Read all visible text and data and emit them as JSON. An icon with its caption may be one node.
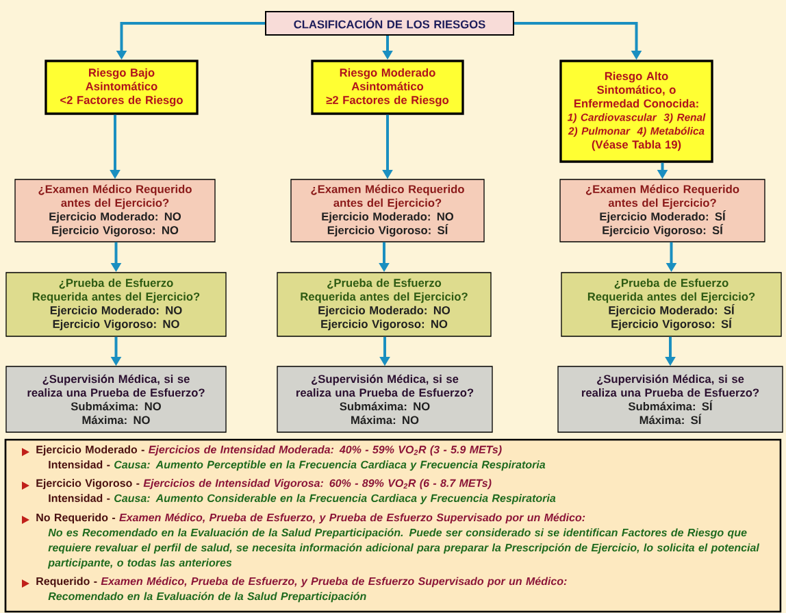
{
  "diagram": {
    "nodes": [
      {
        "text": [
          "CLASIFICACIÓN DE LOS RIESGOS"
        ]
      },
      {
        "text": [
          "Riesgo Bajo",
          "Asintomático",
          "<2 Factores de Riesgo"
        ]
      },
      {
        "text": [
          "Riesgo Moderado",
          "Asintomático",
          "≥2 Factores de Riesgo"
        ]
      },
      {
        "text": [
          "Riesgo Alto",
          "Sintomático, o",
          "Enfermedad Conocida:",
          "1) Cardiovascular",
          "3) Renal",
          "2) Pulmonar",
          "4) Metabólica",
          "(Véase Tabla 19)"
        ]
      },
      {
        "text": [
          "¿Examen Médico Requerido antes del Ejercicio?",
          "Ejercicio Moderado: NO",
          "Ejercicio Vigoroso: NO"
        ]
      },
      {
        "text": [
          "¿Examen Médico Requerido antes del Ejercicio?",
          "Ejercicio Moderado: NO",
          "Ejercicio Vigoroso: SÍ"
        ]
      },
      {
        "text": [
          "¿Examen Médico Requerido antes del Ejercicio?",
          "Ejercicio Moderado: SÍ",
          "Ejercicio Vigoroso: SÍ"
        ]
      },
      {
        "text": [
          "¿Prueba de Esfuerzo Requerida antes del Ejercicio?",
          "Ejercicio Moderado: NO",
          "Ejercicio Vigoroso: NO"
        ]
      },
      {
        "text": [
          "¿Prueba de Esfuerzo Requerida antes del Ejercicio?",
          "Ejercicio Moderado: NO",
          "Ejercicio Vigoroso: NO"
        ]
      },
      {
        "text": [
          "¿Prueba de Esfuerzo Requerida antes del Ejercicio?",
          "Ejercicio Moderado: SÍ",
          "Ejercicio Vigoroso: SÍ"
        ]
      },
      {
        "text": [
          "¿Supervisión Médica, si se realiza una Prueba de Esfuerzo?",
          "Submáxima: NO",
          "Máxima: NO"
        ]
      },
      {
        "text": [
          "¿Supervisión Médica, si se realiza una Prueba de Esfuerzo?",
          "Submáxima: NO",
          "Máxima: NO"
        ]
      },
      {
        "text": [
          "¿Supervisión Médica, si se realiza una Prueba de Esfuerzo?",
          "Submáxima: SÍ",
          "Máxima: SÍ"
        ]
      },
      {
        "text": [
          "Ejercicio Moderado -",
          "Ejercicios de Intensidad Moderada: 40% - 59% VO$_{2}$R (3 - 5.9 METs)",
          "Intensidad -",
          "Causa: Aumento Perceptible en la Frecuencia Cardiaca y Frecuencia Respiratoria",
          "Ejercicio Vigoroso -",
          "Ejercicios de Intensidad Vigorosa: 60% - 89% VO$_{2}$R (6 - 8.7 METs)",
          "Intensidad -",
          "Causa: Aumento Considerable en la Frecuencia Cardiaca y Frecuencia Respiratoria",
          "No Requerido -",
          "Examen Médico, Prueba de Esfuerzo, y Prueba de Esfuerzo Supervisado por un Médico:",
          "No es Recomendado en la Evaluación de la Salud Preparticipación. Puede ser considerado si se identifican Factores de Riesgo que requiere revaluar el perfil de salud, se necesita información adicional para preparar la Prescripción de Ejercicio, lo solicita el potencial participante, o todas las anteriores",
          "Requerido -",
          "Examen Médico, Prueba de Esfuerzo, y Prueba de Esfuerzo Supervisado por un Médico:",
          "Recomendado en la Evaluación de la Salud Preparticipación"
        ]
      }
    ],
    "edges": [
      {
        "from": 0,
        "to": 1,
        "arrow": "to"
      },
      {
        "from": 0,
        "to": 2,
        "arrow": "to"
      },
      {
        "from": 0,
        "to": 3,
        "arrow": "to"
      },
      {
        "from": 1,
        "to": 4,
        "arrow": "to"
      },
      {
        "from": 2,
        "to": 5,
        "arrow": "to"
      },
      {
        "from": 3,
        "to": 6,
        "arrow": "to"
      },
      {
        "from": 4,
        "to": 7,
        "arrow": "to"
      },
      {
        "from": 5,
        "to": 8,
        "arrow": "to"
      },
      {
        "from": 6,
        "to": 9,
        "arrow": "to"
      },
      {
        "from": 7,
        "to": 10,
        "arrow": "to"
      },
      {
        "from": 8,
        "to": 11,
        "arrow": "to"
      },
      {
        "from": 9,
        "to": 12,
        "arrow": "to"
      }
    ]
  }
}
